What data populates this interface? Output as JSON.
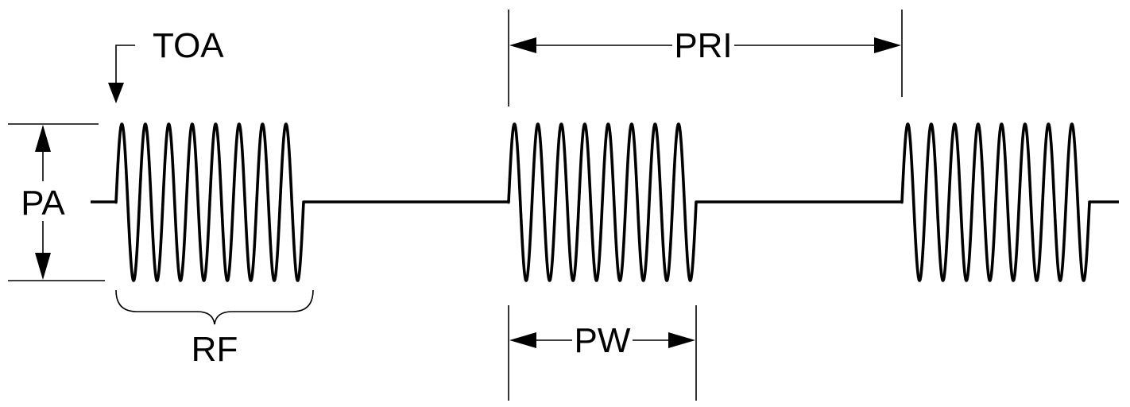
{
  "labels": {
    "toa": "TOA",
    "pri": "PRI",
    "pa": "PA",
    "rf": "RF",
    "pw": "PW"
  },
  "pulse_train": {
    "pulse_count": 3,
    "cycles_per_pulse": 8
  },
  "colors": {
    "ink": "#000000",
    "background": "#ffffff"
  }
}
